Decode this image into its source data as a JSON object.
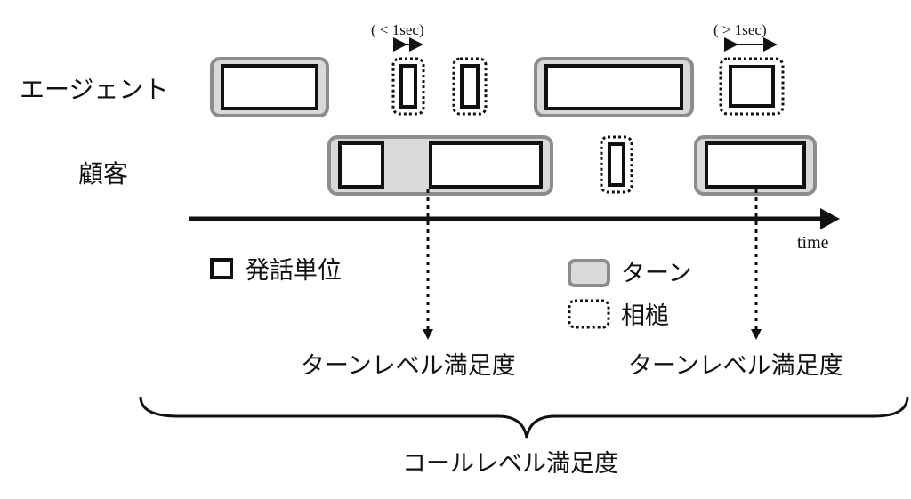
{
  "rows": {
    "agent": "エージェント",
    "customer": "顧客"
  },
  "gaps": {
    "short": "( < 1sec)",
    "long": "( > 1sec)"
  },
  "axis": {
    "label": "time"
  },
  "legend": {
    "utterance": "発話単位",
    "turn": "ターン",
    "backchannel": "相槌"
  },
  "outputs": {
    "turn_level_1": "ターンレベル満足度",
    "turn_level_2": "ターンレベル満足度",
    "call_level": "コールレベル満足度"
  },
  "colors": {
    "turn_fill": "#d9d9d9",
    "turn_border": "#8c8c8c",
    "stroke": "#111111"
  }
}
